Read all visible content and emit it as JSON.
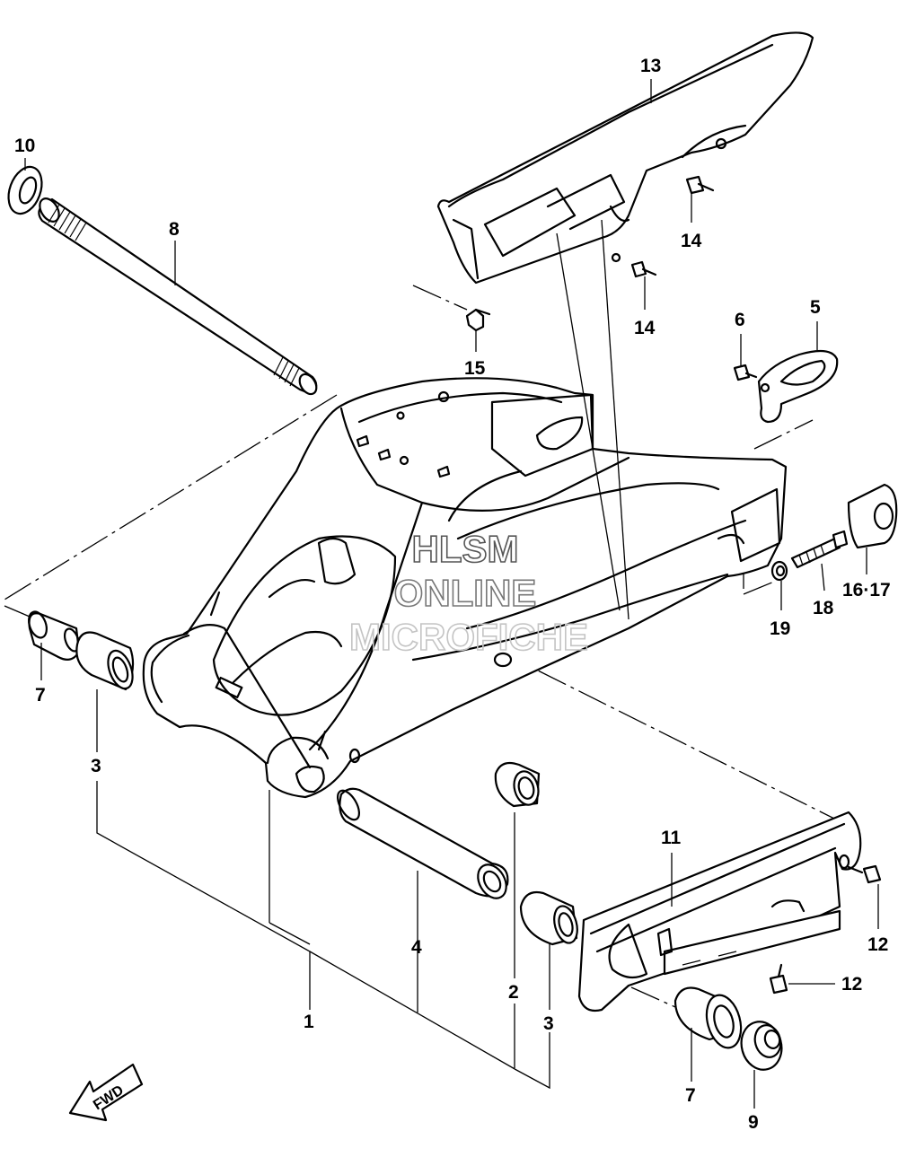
{
  "diagram": {
    "callouts": {
      "c1": "1",
      "c2": "2",
      "c3a": "3",
      "c3b": "3",
      "c4": "4",
      "c5": "5",
      "c6": "6",
      "c7a": "7",
      "c7b": "7",
      "c8": "8",
      "c9": "9",
      "c10": "10",
      "c11": "11",
      "c12a": "12",
      "c12b": "12",
      "c13": "13",
      "c14a": "14",
      "c14b": "14",
      "c15": "15",
      "c16_17": "16·17",
      "c18": "18",
      "c19": "19"
    },
    "fwd_label": "FWD",
    "watermark": {
      "line1": "HLSM",
      "line2": "ONLINE",
      "line3": "MICROFICHE"
    }
  }
}
